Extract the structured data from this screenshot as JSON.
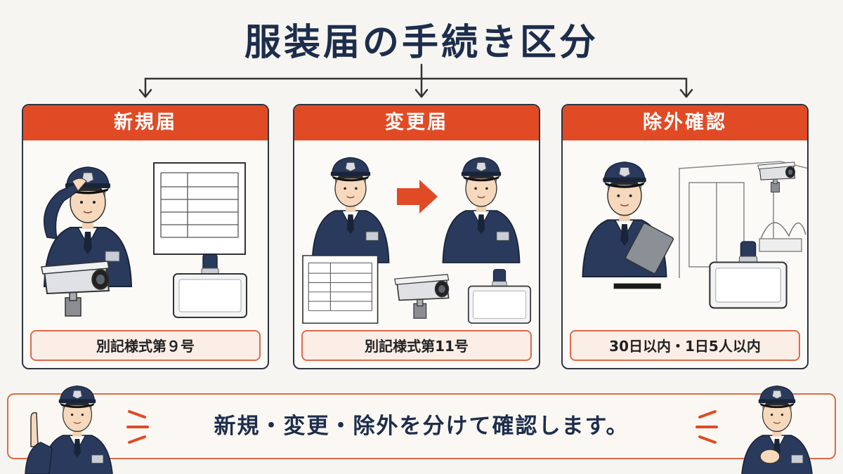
{
  "title": "服装届の手続き区分",
  "cards": [
    {
      "header": "新規届",
      "label": "別記様式第９号",
      "icons": [
        "saluting-guard-icon",
        "form-document-icon",
        "security-camera-icon",
        "id-badge-icon"
      ]
    },
    {
      "header": "変更届",
      "label": "別記様式第11号",
      "icons": [
        "guard-before-icon",
        "change-arrow-icon",
        "guard-after-icon",
        "form-document-icon",
        "security-camera-icon",
        "id-badge-icon"
      ]
    },
    {
      "header": "除外確認",
      "label": "30日以内・1日5人以内",
      "icons": [
        "guard-clipboard-icon",
        "building-entrance-icon",
        "security-camera-icon",
        "id-badge-icon"
      ]
    }
  ],
  "banner": {
    "text": "新規・変更・除外を分けて確認します。"
  },
  "colors": {
    "accent": "#e04b25",
    "navy": "#1d2d4c",
    "label_bg": "#fbeee7"
  }
}
